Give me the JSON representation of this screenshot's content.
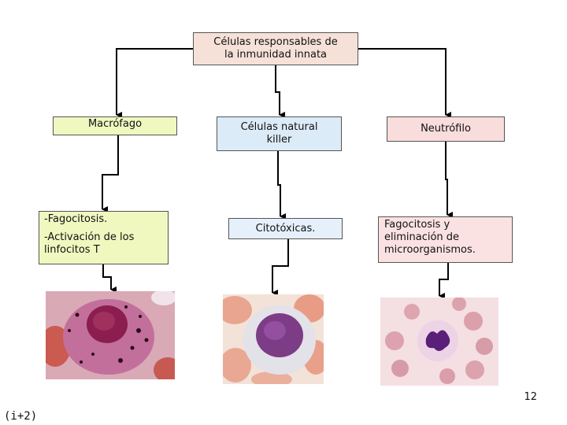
{
  "root": {
    "line1": "Células responsables de",
    "line2": "la inmunidad innata"
  },
  "branches": [
    {
      "title": "Macrófago",
      "details": [
        "-Fagocitosis.",
        "-Activación de los linfocitos T"
      ]
    },
    {
      "title_line1": "Células natural",
      "title_line2": "killer",
      "details": [
        "Citotóxicas."
      ]
    },
    {
      "title": "Neutrófilo",
      "details": [
        "Fagocitosis y eliminación de microorganismos."
      ]
    }
  ],
  "page_number": "12",
  "footer": "(i+2)",
  "colors": {
    "root": "#f6e1d8",
    "macrofago": "#f0f8c0",
    "nk": "#dcebf8",
    "neutrofilo": "#f9dcdc"
  }
}
